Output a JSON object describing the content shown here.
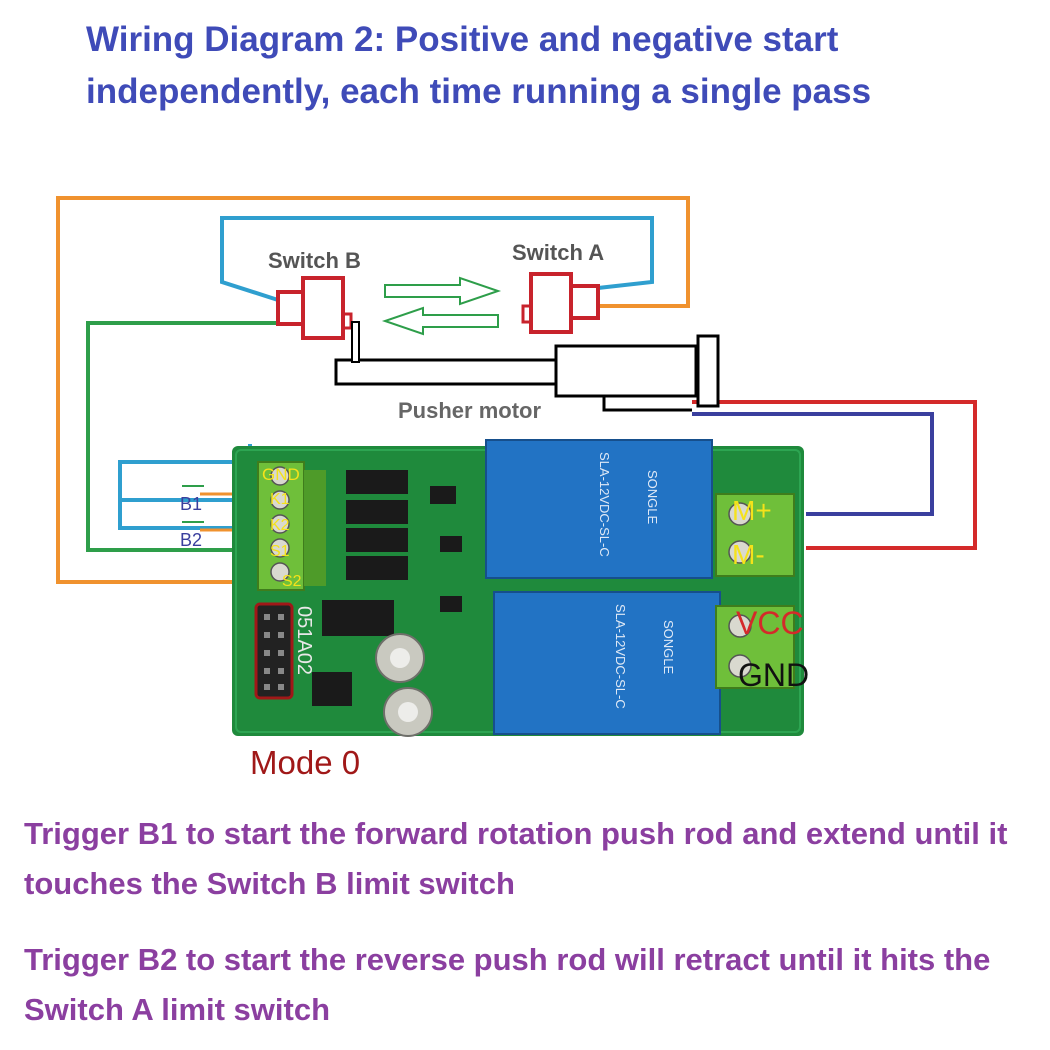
{
  "title": "Wiring Diagram 2: Positive and negative start independently, each time running a single pass",
  "labels": {
    "switch_b": "Switch B",
    "switch_a": "Switch A",
    "pusher_motor": "Pusher motor",
    "b1": "B1",
    "b2": "B2",
    "terminal_gnd": "GND",
    "terminal_k1": "K1",
    "terminal_k2": "K2",
    "terminal_s1": "S1",
    "terminal_s2": "S2",
    "motor_plus": "M+",
    "motor_minus": "M-",
    "vcc": "VCC",
    "gnd": "GND",
    "mode": "Mode 0",
    "board_model": "051A02",
    "relay_text": "SLA-12VDC-SL-C",
    "relay_brand": "SONGLE"
  },
  "captions": {
    "line1": "Trigger B1 to start the forward rotation push rod and extend until it touches the Switch B limit switch",
    "line2": "Trigger B2 to start the reverse push rod will retract until it hits the Switch A limit switch"
  },
  "colors": {
    "title": "#3f4bb8",
    "caption": "#8b3fa0",
    "wire_orange": "#f0922e",
    "wire_blue": "#2f9fcf",
    "wire_green": "#2e9e4a",
    "wire_red": "#d42a2a",
    "wire_navy": "#3a3f9e",
    "pcb_green": "#1f8a3c",
    "relay_blue": "#2273c4",
    "terminal_green": "#6fbf3a",
    "switch_red": "#c8232c",
    "label_yellow": "#f5e21a",
    "mode_red": "#a01818"
  }
}
